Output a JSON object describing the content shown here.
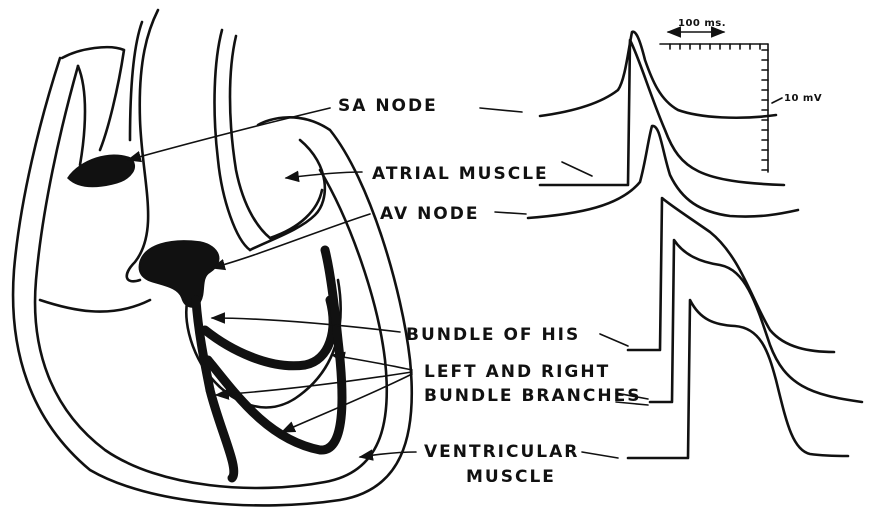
{
  "labels": {
    "sa_node": "SA NODE",
    "atrial_muscle": "ATRIAL MUSCLE",
    "av_node": "AV NODE",
    "bundle_of_his": "BUNDLE OF HIS",
    "bundle_branches_line1": "LEFT AND RIGHT",
    "bundle_branches_line2": "BUNDLE BRANCHES",
    "ventricular_muscle_line1": "VENTRICULAR",
    "ventricular_muscle_line2": "MUSCLE"
  },
  "scale": {
    "time": "100 ms.",
    "voltage": "10 mV"
  },
  "colors": {
    "ink": "#111111",
    "background": "#ffffff"
  }
}
